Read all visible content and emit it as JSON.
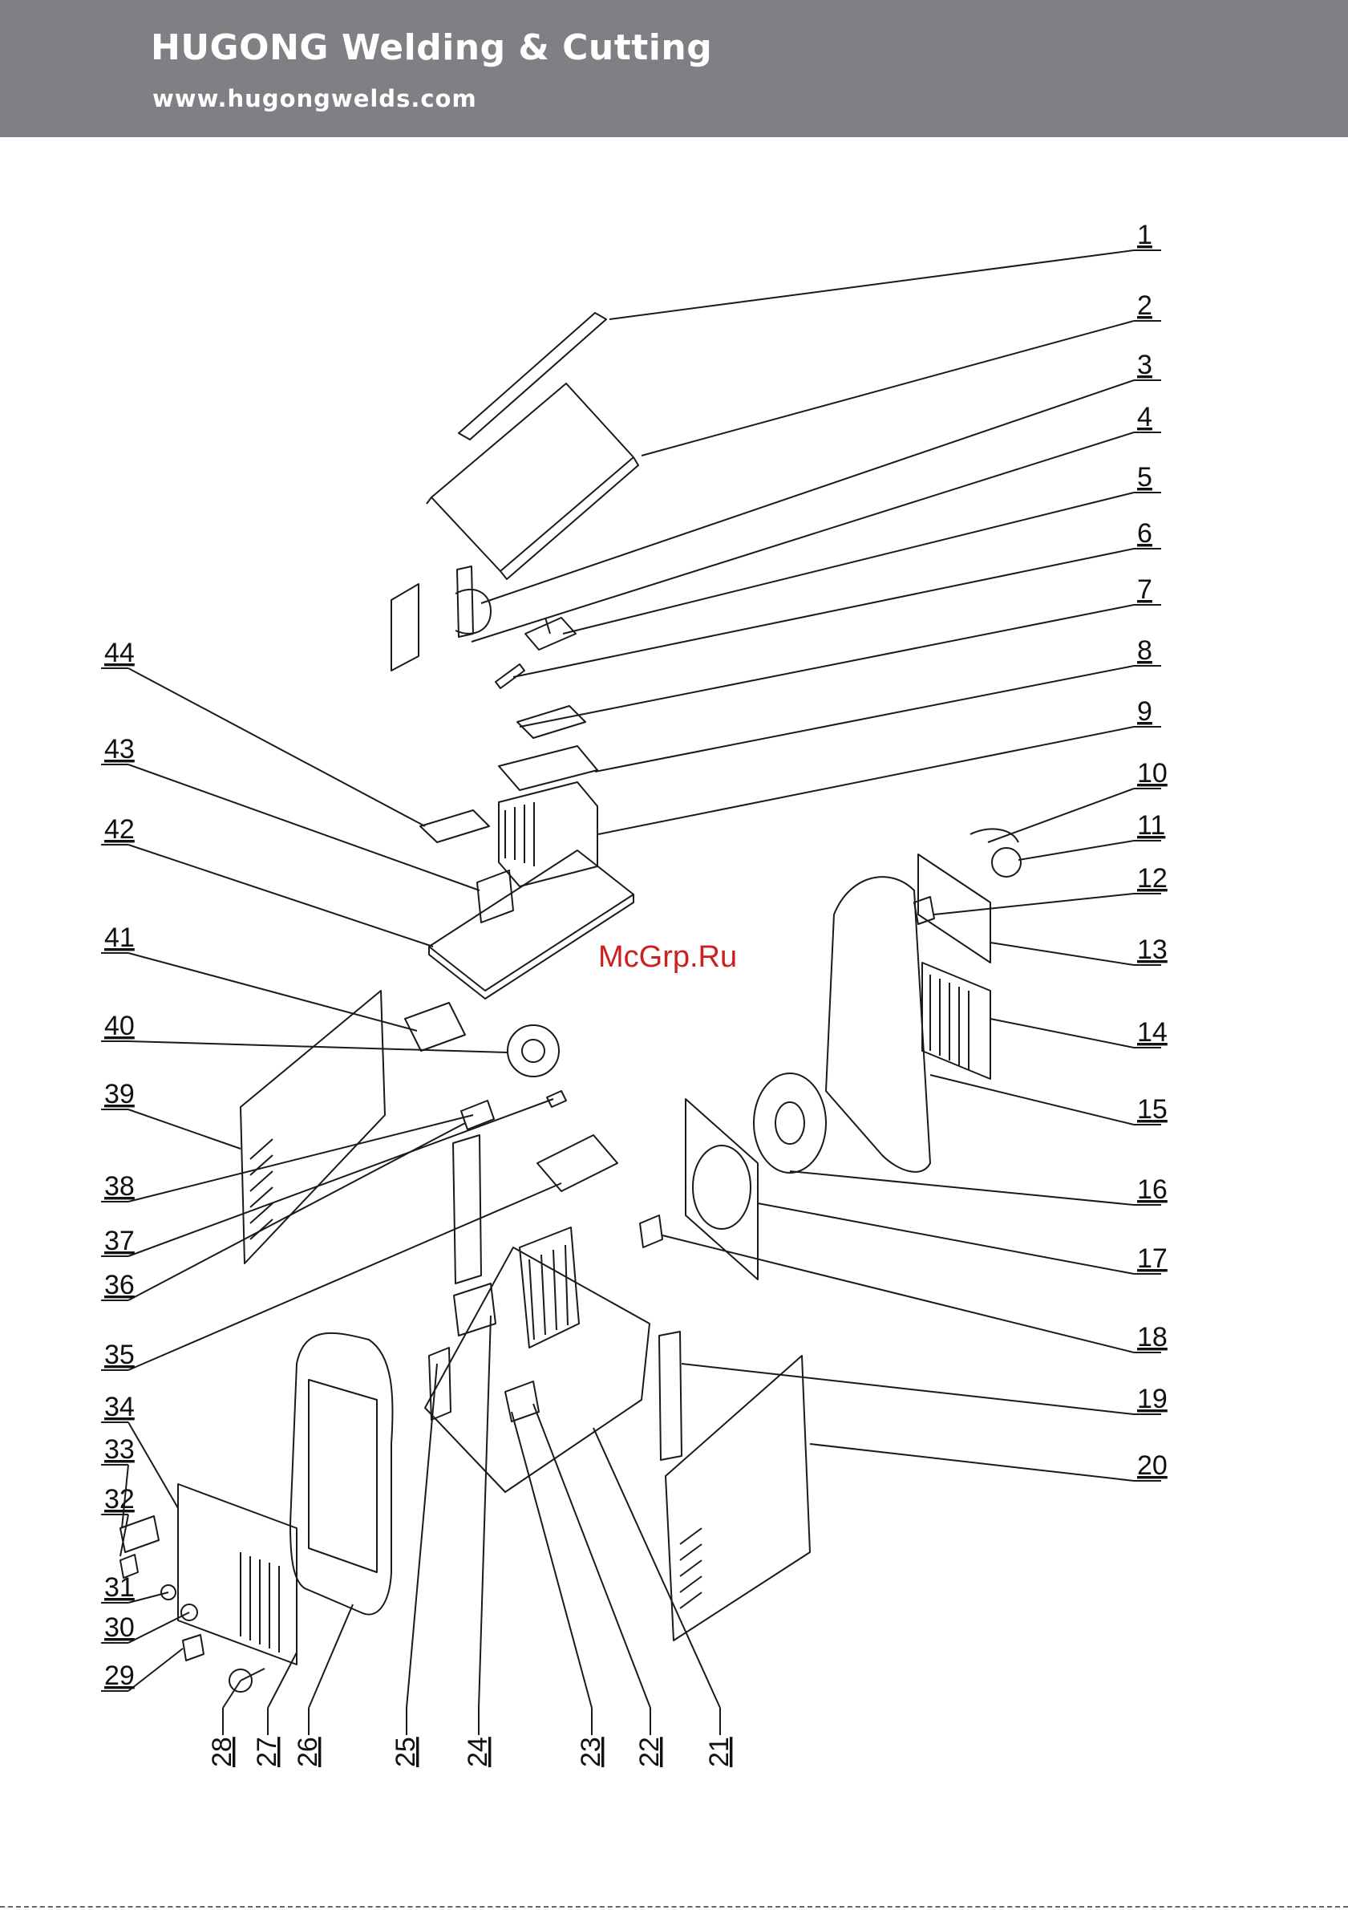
{
  "header": {
    "title": "HUGONG Welding & Cutting",
    "url": "www.hugongwelds.com",
    "background": "#7f8083"
  },
  "watermark": "McGrp.Ru",
  "watermark_color": "#cc1f1f",
  "callouts": [
    "1",
    "2",
    "3",
    "4",
    "5",
    "6",
    "7",
    "8",
    "9",
    "10",
    "11",
    "12",
    "13",
    "14",
    "15",
    "16",
    "17",
    "18",
    "19",
    "20",
    "21",
    "22",
    "23",
    "24",
    "25",
    "26",
    "27",
    "28",
    "29",
    "30",
    "31",
    "32",
    "33",
    "34",
    "35",
    "36",
    "37",
    "38",
    "39",
    "40",
    "41",
    "42",
    "43",
    "44"
  ]
}
